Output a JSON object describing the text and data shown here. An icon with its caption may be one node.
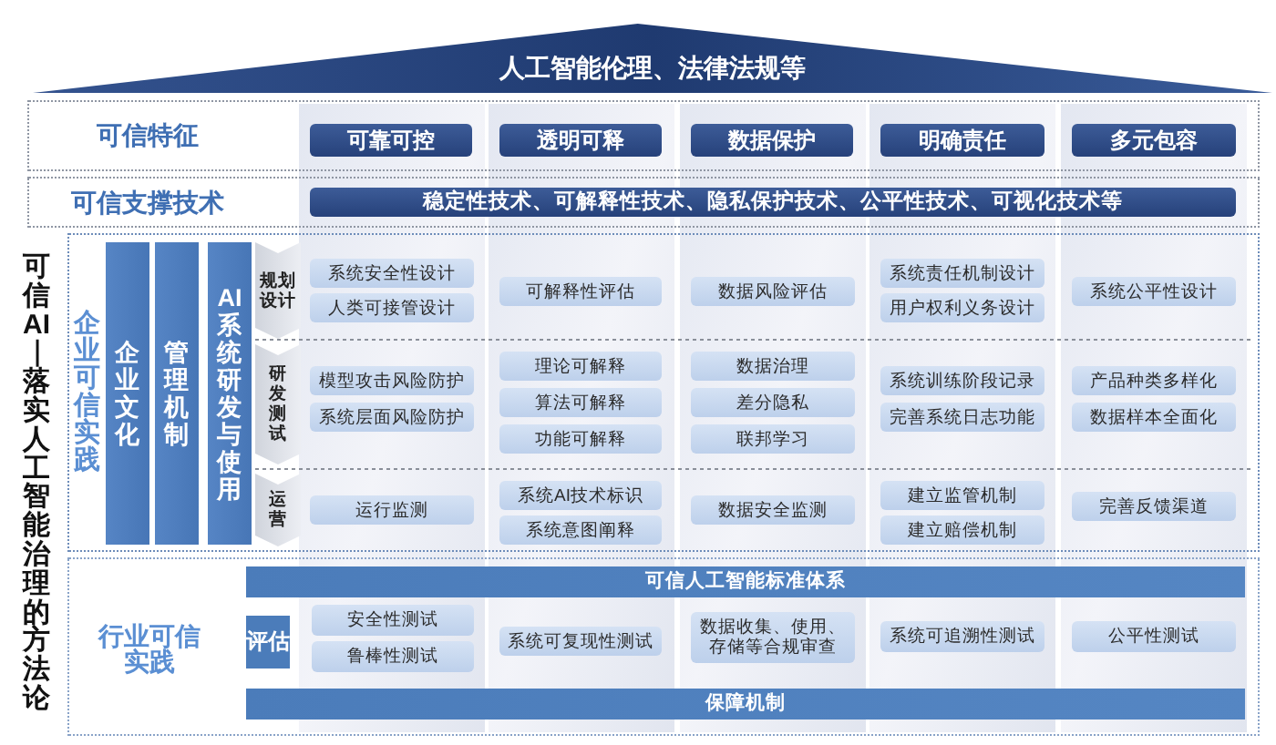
{
  "diagram": {
    "title": "可信AI—落实人工智能治理的方法论",
    "nodes": [
      {
        "text": [
          "人工智能伦理、法律法规等"
        ]
      },
      {
        "text": [
          "可信特征"
        ]
      },
      {
        "text": [
          "可靠可控"
        ],
        "in": 1
      },
      {
        "text": [
          "透明可释"
        ],
        "in": 1
      },
      {
        "text": [
          "数据保护"
        ],
        "in": 1
      },
      {
        "text": [
          "明确责任"
        ],
        "in": 1
      },
      {
        "text": [
          "多元包容"
        ],
        "in": 1
      },
      {
        "text": [
          "可信支撑技术"
        ]
      },
      {
        "text": [
          "稳定性技术、可解释性技术、隐私保护技术、公平性技术、可视化技术等"
        ],
        "in": 7
      },
      {
        "text": [
          "企业可信实践"
        ]
      },
      {
        "text": [
          "企业文化"
        ],
        "in": 9
      },
      {
        "text": [
          "管理机制"
        ],
        "in": 9
      },
      {
        "text": [
          "AI系统研发与使用"
        ],
        "in": 9
      },
      {
        "text": [
          "规划设计"
        ],
        "in": 9
      },
      {
        "text": [
          "系统安全性设计"
        ],
        "in": 9
      },
      {
        "text": [
          "人类可接管设计"
        ],
        "in": 9
      },
      {
        "text": [
          "可解释性评估"
        ],
        "in": 9
      },
      {
        "text": [
          "数据风险评估"
        ],
        "in": 9
      },
      {
        "text": [
          "系统责任机制设计"
        ],
        "in": 9
      },
      {
        "text": [
          "用户权利义务设计"
        ],
        "in": 9
      },
      {
        "text": [
          "系统公平性设计"
        ],
        "in": 9
      },
      {
        "text": [
          "研发测试"
        ],
        "in": 9
      },
      {
        "text": [
          "模型攻击风险防护"
        ],
        "in": 9
      },
      {
        "text": [
          "系统层面风险防护"
        ],
        "in": 9
      },
      {
        "text": [
          "理论可解释"
        ],
        "in": 9
      },
      {
        "text": [
          "算法可解释"
        ],
        "in": 9
      },
      {
        "text": [
          "功能可解释"
        ],
        "in": 9
      },
      {
        "text": [
          "数据治理"
        ],
        "in": 9
      },
      {
        "text": [
          "差分隐私"
        ],
        "in": 9
      },
      {
        "text": [
          "联邦学习"
        ],
        "in": 9
      },
      {
        "text": [
          "系统训练阶段记录"
        ],
        "in": 9
      },
      {
        "text": [
          "完善系统日志功能"
        ],
        "in": 9
      },
      {
        "text": [
          "产品种类多样化"
        ],
        "in": 9
      },
      {
        "text": [
          "数据样本全面化"
        ],
        "in": 9
      },
      {
        "text": [
          "运营"
        ],
        "in": 9
      },
      {
        "text": [
          "运行监测"
        ],
        "in": 9
      },
      {
        "text": [
          "系统AI技术标识"
        ],
        "in": 9
      },
      {
        "text": [
          "系统意图阐释"
        ],
        "in": 9
      },
      {
        "text": [
          "数据安全监测"
        ],
        "in": 9
      },
      {
        "text": [
          "建立监管机制"
        ],
        "in": 9
      },
      {
        "text": [
          "建立赔偿机制"
        ],
        "in": 9
      },
      {
        "text": [
          "完善反馈渠道"
        ],
        "in": 9
      },
      {
        "text": [
          "行业可信实践"
        ]
      },
      {
        "text": [
          "可信人工智能标准体系"
        ],
        "in": 42
      },
      {
        "text": [
          "评估"
        ],
        "in": 42
      },
      {
        "text": [
          "安全性测试"
        ],
        "in": 42
      },
      {
        "text": [
          "鲁棒性测试"
        ],
        "in": 42
      },
      {
        "text": [
          "系统可复现性测试"
        ],
        "in": 42
      },
      {
        "text": [
          "数据收集、使用、存储等合规审查"
        ],
        "in": 42
      },
      {
        "text": [
          "系统可追溯性测试"
        ],
        "in": 42
      },
      {
        "text": [
          "公平性测试"
        ],
        "in": 42
      },
      {
        "text": [
          "保障机制"
        ],
        "in": 42
      }
    ]
  }
}
